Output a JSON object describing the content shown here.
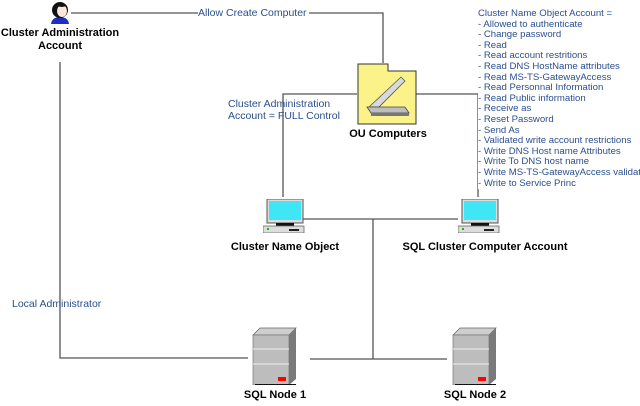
{
  "diagram": {
    "nodes": {
      "admin": {
        "label_line1": "Cluster Administration",
        "label_line2": "Account",
        "icon": "user-icon"
      },
      "ou": {
        "label": "OU Computers",
        "icon": "folder-scanner-icon"
      },
      "cno": {
        "label": "Cluster Name Object",
        "icon": "computer-icon"
      },
      "sqlcca": {
        "label": "SQL Cluster Computer Account",
        "icon": "computer-icon"
      },
      "node1": {
        "label": "SQL Node 1",
        "icon": "server-icon"
      },
      "node2": {
        "label": "SQL Node 2",
        "icon": "server-icon"
      }
    },
    "edges": {
      "allow_create": "Allow Create Computer",
      "full_control_line1": "Cluster Administration",
      "full_control_line2": "Account = FULL Control",
      "local_admin": "Local Administrator"
    },
    "permissions": {
      "title": "Cluster Name Object Account =",
      "items": [
        "- Allowed to authenticate",
        "- Change password",
        "- Read",
        "- Read account restritions",
        "- Read DNS HostName attributes",
        "- Read MS-TS-GatewayAccess",
        "- Read Personnal Information",
        "- Read Public information",
        "- Receive as",
        "- Reset Password",
        "- Send As",
        "- Validated write account restrictions",
        "- Write DNS Host name Attributes",
        "- Write To DNS host name",
        "- Write MS-TS-GatewayAccess validated",
        "- Write to Service Princ"
      ]
    },
    "colors": {
      "label_blue": "#2a4f8f",
      "folder_yellow": "#fbf38a",
      "screen_cyan": "#3fe6f5",
      "led_red": "#ff0000"
    }
  }
}
